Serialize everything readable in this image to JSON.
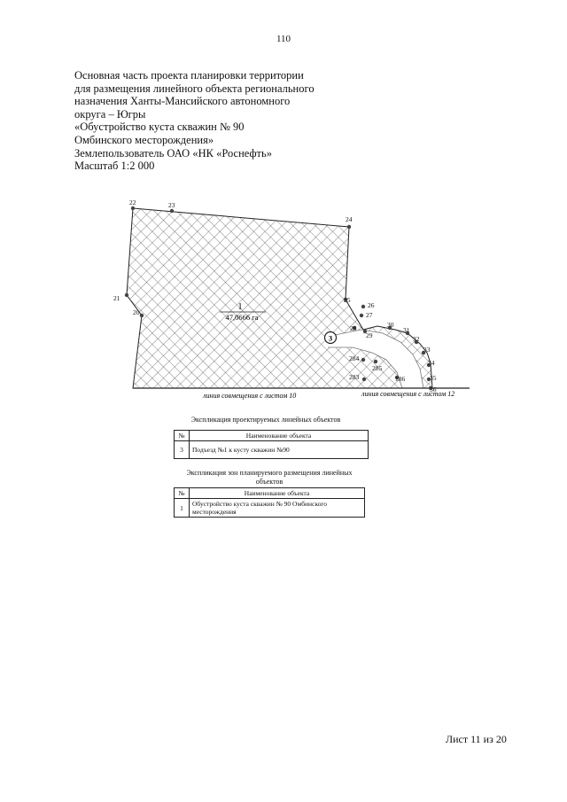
{
  "page_number": "110",
  "header": {
    "lines": [
      "Основная часть проекта планировки территории",
      "для размещения линейного объекта регионального",
      "назначения Ханты-Мансийского автономного",
      "округа – Югры",
      "«Обустройство куста скважин № 90",
      "Омбинского месторождения»",
      "Землепользователь ОАО «НК «Роснефть»",
      "Масштаб 1:2 000"
    ]
  },
  "plan": {
    "zone_number": "1",
    "zone_area": "47,0666 га",
    "object_marker": "3",
    "match_line_left": "линия совмещения с листом 10",
    "match_line_right": "линия совмещения с листом 12",
    "point_labels": [
      "22",
      "23",
      "24",
      "21",
      "20",
      "25",
      "26",
      "27",
      "28",
      "29",
      "30",
      "31",
      "32",
      "33",
      "34",
      "35",
      "36",
      "283",
      "284",
      "285",
      "186"
    ]
  },
  "table1": {
    "caption": "Экспликация проектируемых линейных объектов",
    "headers": [
      "№",
      "Наименование объекта"
    ],
    "rows": [
      [
        "3",
        "Подъезд №1 к кусту скважин №90"
      ]
    ]
  },
  "table2": {
    "caption_line1": "Экспликация зон планируемого размещения линейных",
    "caption_line2": "объектов",
    "headers": [
      "№",
      "Наименование объекта"
    ],
    "rows": [
      [
        "1",
        "Обустройство куста скважин № 90 Омбинского месторождения"
      ]
    ]
  },
  "footer": "Лист 11 из 20"
}
